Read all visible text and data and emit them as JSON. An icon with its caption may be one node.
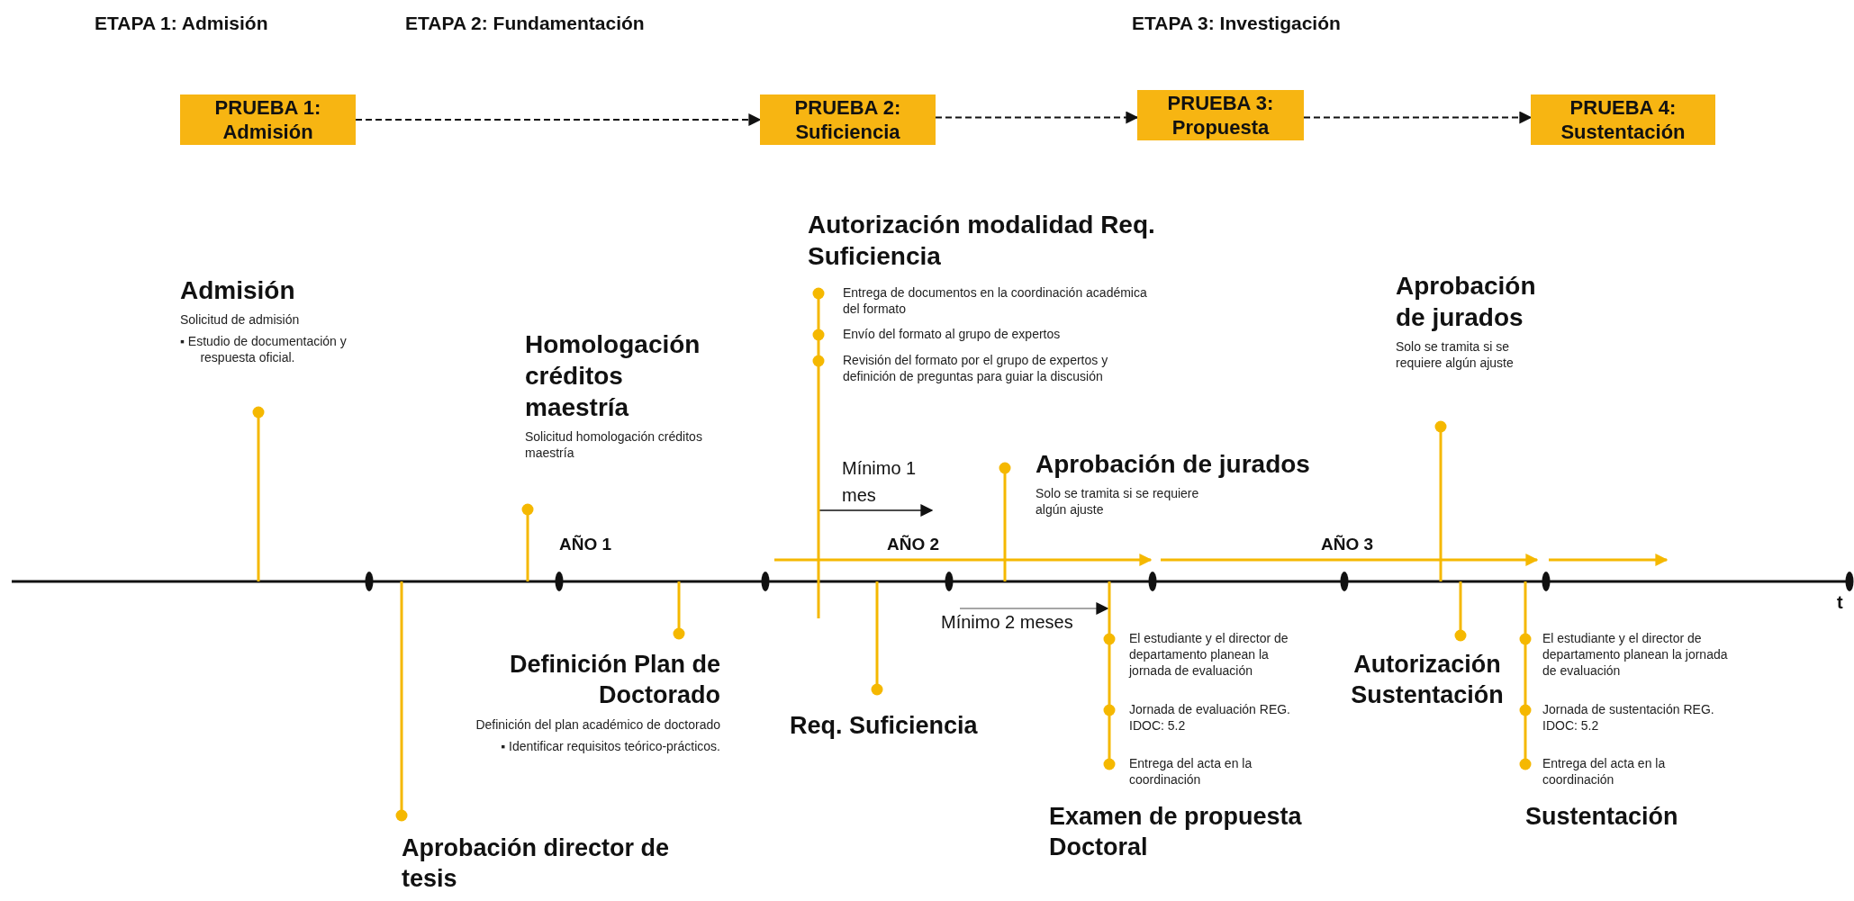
{
  "diagram": {
    "nodes": [
      {
        "text": [
          "PRUEBA 1: Admisión"
        ]
      },
      {
        "text": [
          "PRUEBA 2: Suficiencia"
        ]
      },
      {
        "text": [
          "PRUEBA 3: Propuesta"
        ]
      },
      {
        "text": [
          "PRUEBA 4: Sustentación"
        ]
      },
      {
        "text": [
          "Admisión",
          "Solicitud de admisión",
          "▪ Estudio de documentación y respuesta oficial."
        ]
      },
      {
        "text": [
          "Homologación créditos maestría",
          "Solicitud homologación créditos maestría"
        ]
      },
      {
        "text": [
          "Autorización modalidad Req. Suficiencia",
          "Entrega de documentos en la coordinación académica del formato",
          "Envío del formato al grupo de expertos",
          "Revisión del formato por el grupo de expertos y definición de preguntas para guiar la discusión"
        ]
      },
      {
        "text": [
          "Aprobación de jurados",
          "Solo se tramita si se requiere algún ajuste"
        ]
      },
      {
        "text": [
          "Aprobación de jurados",
          "Solo se tramita si se requiere algún ajuste"
        ]
      },
      {
        "text": [
          "Aprobación director de tesis"
        ]
      },
      {
        "text": [
          "Definición Plan de Doctorado",
          "Definición del plan académico de doctorado",
          "▪ Identificar requisitos teórico-prácticos."
        ]
      },
      {
        "text": [
          "Req. Suficiencia"
        ]
      },
      {
        "text": [
          "El estudiante y el director de departamento planean la jornada de evaluación",
          "Jornada de evaluación REG. IDOC: 5.2",
          "Entrega  del acta en la coordinación",
          "Examen de propuesta Doctoral"
        ]
      },
      {
        "text": [
          "Autorización Sustentación"
        ]
      },
      {
        "text": [
          "El estudiante y el director de departamento planean la jornada de evaluación",
          "Jornada de sustentación REG. IDOC: 5.2",
          "Entrega  del acta en la coordinación",
          "Sustentación"
        ]
      }
    ],
    "edges": [
      {
        "from": 0,
        "to": 1,
        "arrow": "to",
        "style": "dashed"
      },
      {
        "from": 1,
        "to": 2,
        "arrow": "to",
        "style": "dashed"
      },
      {
        "from": 2,
        "to": 3,
        "arrow": "to",
        "style": "dashed"
      }
    ],
    "labels": [
      "ETAPA 1: Admisión",
      "ETAPA 2: Fundamentación",
      "ETAPA 3: Investigación",
      "Mínimo 1 mes",
      "AÑO 1",
      "AÑO 2",
      "AÑO 3",
      "t",
      "Mínimo 2 meses"
    ]
  }
}
